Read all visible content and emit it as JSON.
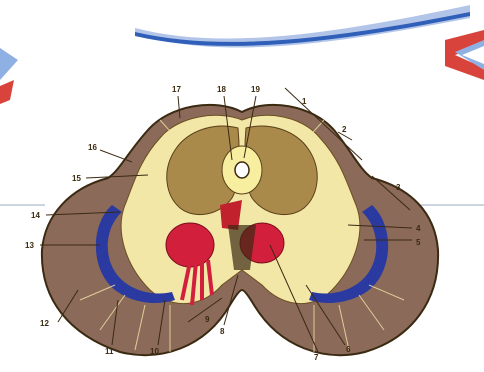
{
  "figure": {
    "subject": "brainstem-cross-section",
    "colors": {
      "outline": "#3b2a12",
      "gray_matter": "#8b6a5a",
      "white_matter": "#f3e7a8",
      "blue_band": "#2b3aa0",
      "red_nuclei": "#d21f3c",
      "deco_blue": "#6f8fd0",
      "deco_red": "#d8433b"
    },
    "labels": [
      {
        "id": "lbl-17",
        "text": "17"
      },
      {
        "id": "lbl-18",
        "text": "18"
      },
      {
        "id": "lbl-19",
        "text": "19"
      },
      {
        "id": "lbl-16",
        "text": "16"
      },
      {
        "id": "lbl-15",
        "text": "15"
      },
      {
        "id": "lbl-14",
        "text": "14"
      },
      {
        "id": "lbl-13",
        "text": "13"
      },
      {
        "id": "lbl-12",
        "text": "12"
      },
      {
        "id": "lbl-11",
        "text": "11"
      },
      {
        "id": "lbl-10",
        "text": "10"
      },
      {
        "id": "lbl-9",
        "text": "9"
      },
      {
        "id": "lbl-8",
        "text": "8"
      },
      {
        "id": "lbl-7",
        "text": "7"
      },
      {
        "id": "lbl-6",
        "text": "6"
      },
      {
        "id": "lbl-5",
        "text": "5"
      },
      {
        "id": "lbl-4",
        "text": "4"
      },
      {
        "id": "lbl-3",
        "text": "3"
      },
      {
        "id": "lbl-2",
        "text": "2"
      },
      {
        "id": "lbl-1",
        "text": "1"
      }
    ]
  }
}
